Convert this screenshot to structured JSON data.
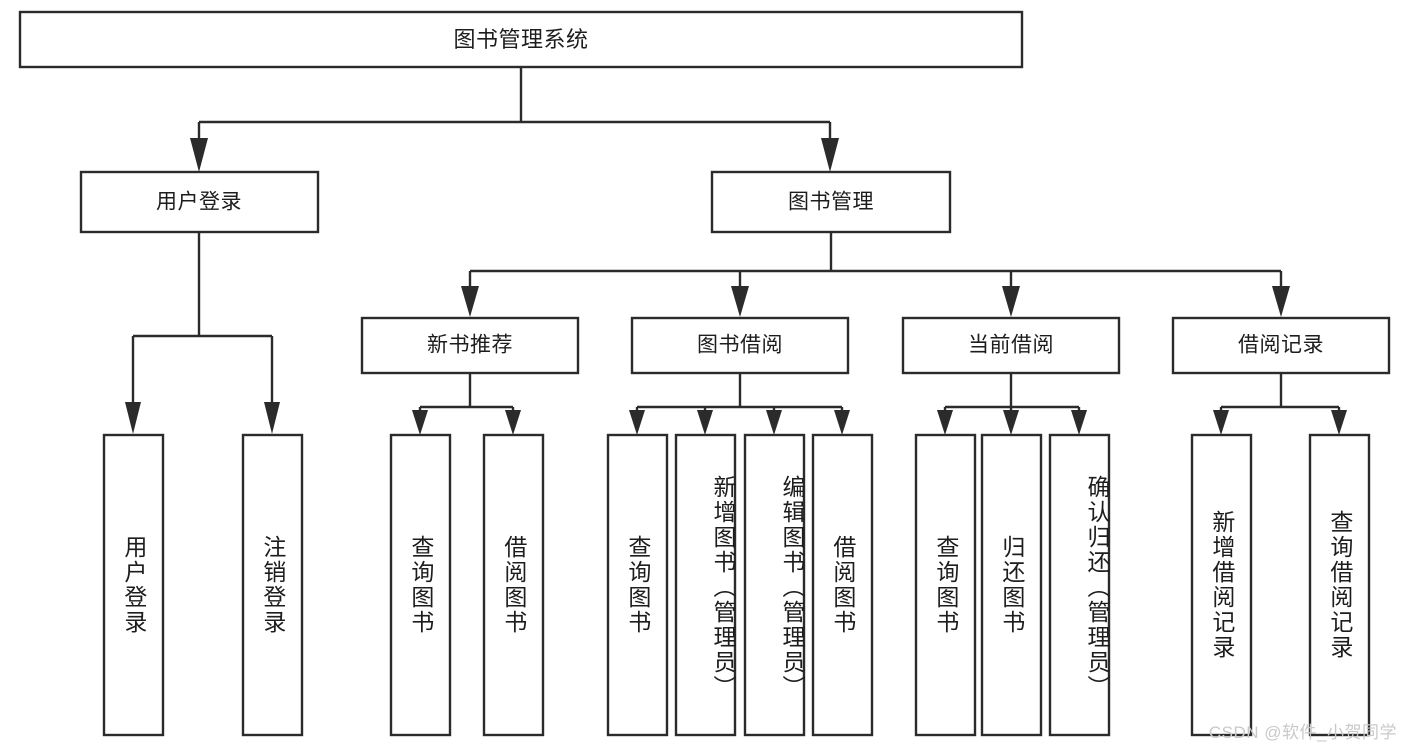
{
  "diagram": {
    "title": "图书管理系统",
    "type": "tree",
    "orientation": "top-down",
    "colors": {
      "stroke": "#2b2b2b",
      "fill": "#ffffff",
      "text": "#1d1d1d",
      "background": "#ffffff",
      "watermark": "#c9c9c9"
    },
    "root": {
      "label": "图书管理系统"
    },
    "level2": [
      {
        "label": "用户登录"
      },
      {
        "label": "图书管理"
      }
    ],
    "level3": [
      {
        "label": "新书推荐"
      },
      {
        "label": "图书借阅"
      },
      {
        "label": "当前借阅"
      },
      {
        "label": "借阅记录"
      }
    ],
    "leaves": {
      "user_login": [
        {
          "label": "用户登录"
        },
        {
          "label": "注销登录"
        }
      ],
      "new_book_recommend": [
        {
          "label": "查询图书"
        },
        {
          "label": "借阅图书"
        }
      ],
      "book_borrow": [
        {
          "label": "查询图书"
        },
        {
          "label": "新增图书（管理员）"
        },
        {
          "label": "编辑图书（管理员）"
        },
        {
          "label": "借阅图书"
        }
      ],
      "current_borrow": [
        {
          "label": "查询图书"
        },
        {
          "label": "归还图书"
        },
        {
          "label": "确认归还（管理员）"
        }
      ],
      "borrow_record": [
        {
          "label": "新增借阅记录"
        },
        {
          "label": "查询借阅记录"
        }
      ]
    }
  },
  "watermark": {
    "text": "CSDN @软件_小贺同学"
  }
}
